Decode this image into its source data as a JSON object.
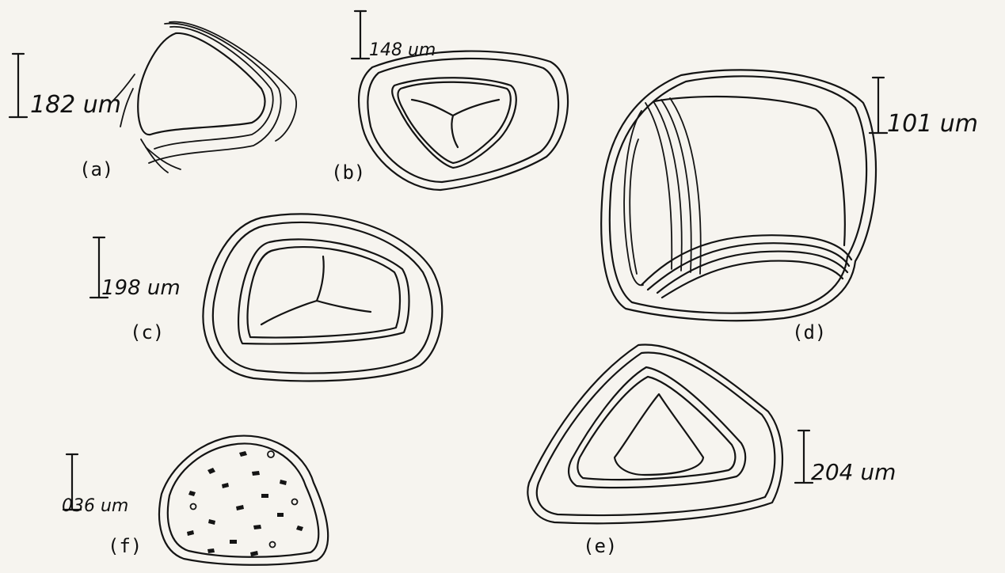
{
  "figure": {
    "panels": [
      {
        "id": "a",
        "label": "(a)",
        "scale": "182 um"
      },
      {
        "id": "b",
        "label": "(b)",
        "scale": "148 um"
      },
      {
        "id": "c",
        "label": "(c)",
        "scale": "198 um"
      },
      {
        "id": "d",
        "label": "(d)",
        "scale": "101 um"
      },
      {
        "id": "e",
        "label": "(e)",
        "scale": "204 um"
      },
      {
        "id": "f",
        "label": "(f)",
        "scale": "036 um"
      }
    ]
  }
}
